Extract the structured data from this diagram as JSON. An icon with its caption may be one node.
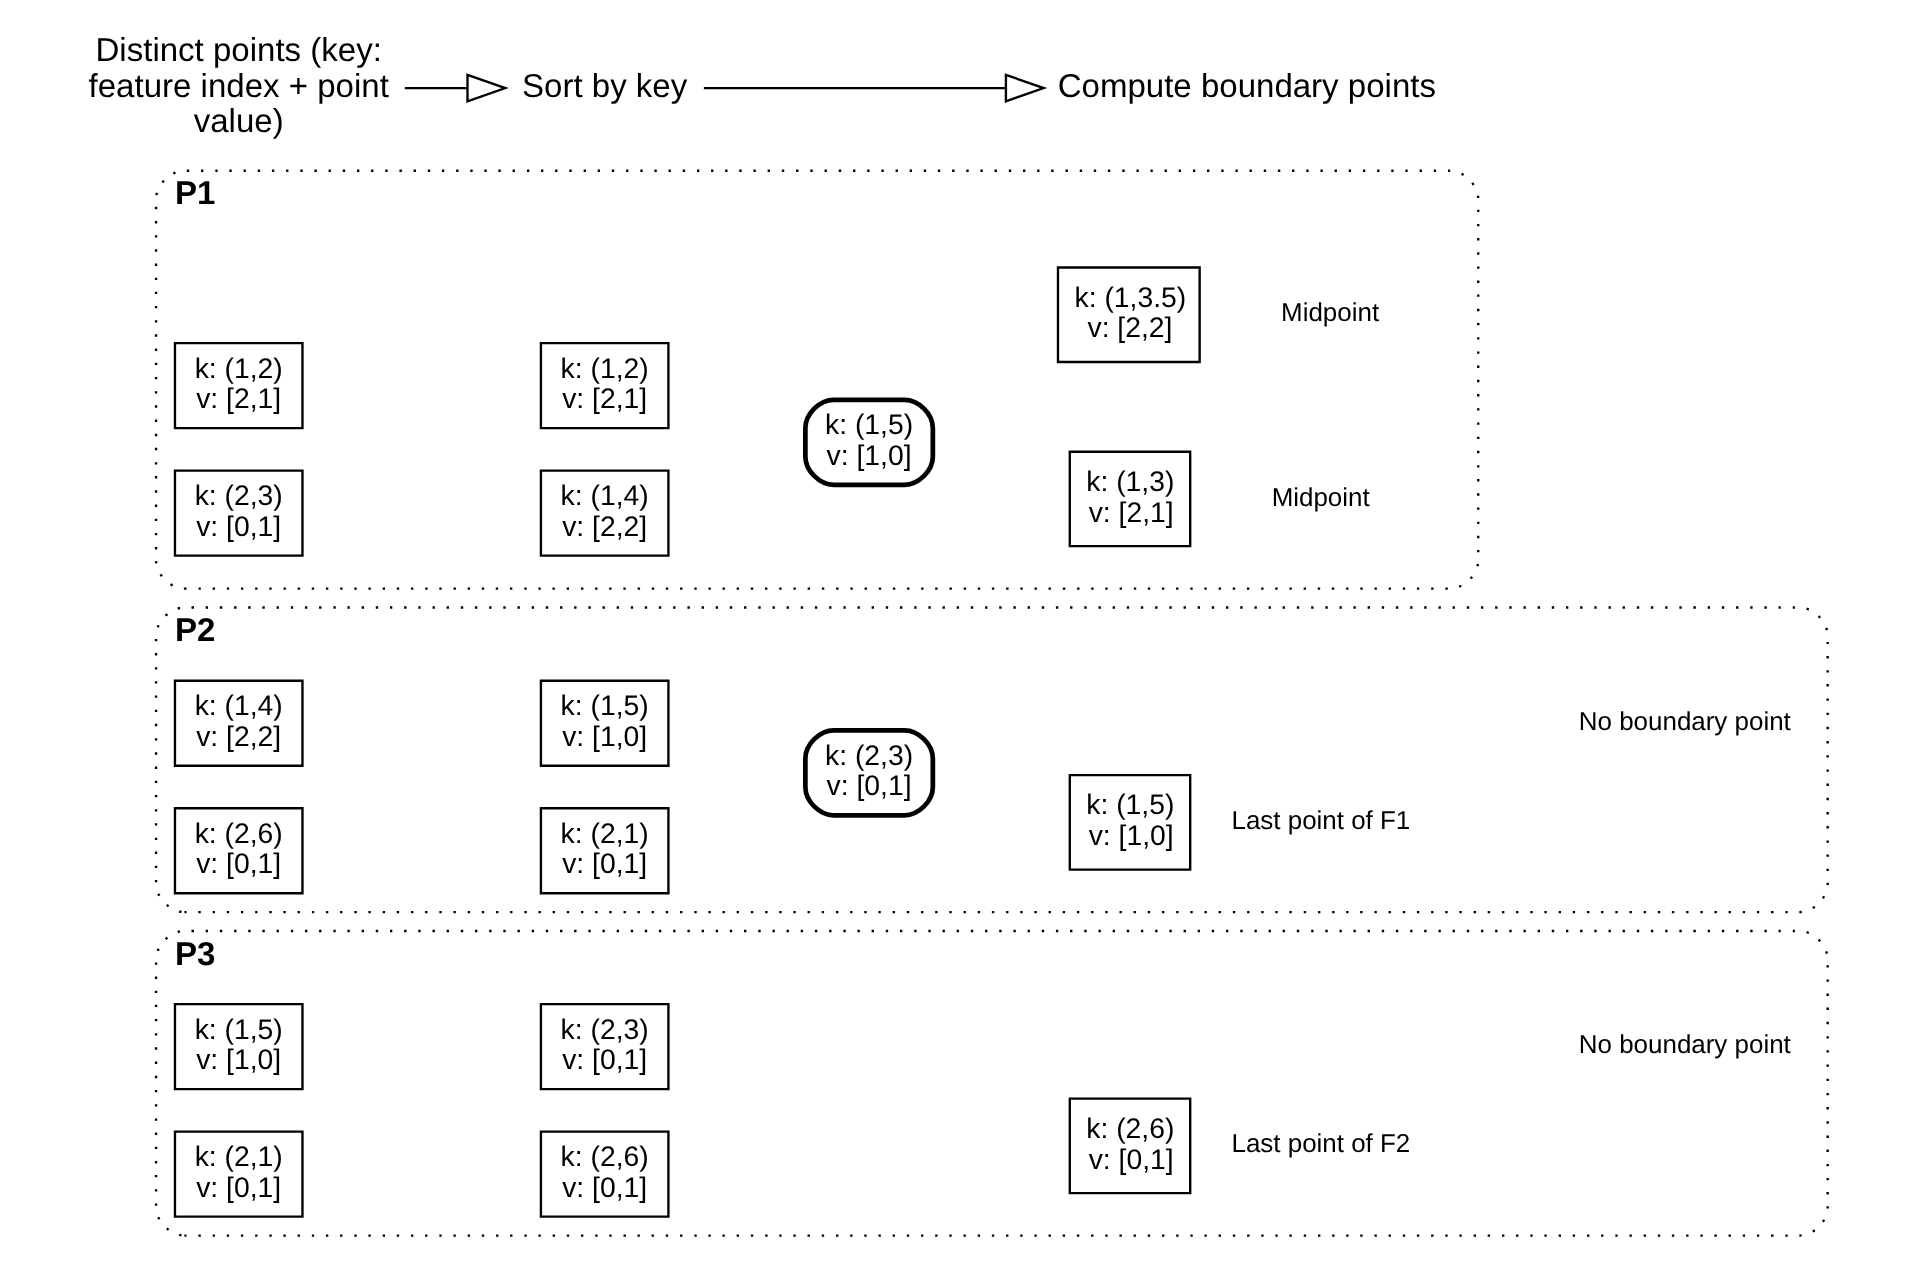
{
  "diagram": {
    "nodes": [
      {
        "text": [
          "Distinct points (key: feature index + point value)"
        ]
      },
      {
        "text": [
          "Sort by key"
        ]
      },
      {
        "text": [
          "Compute boundary points"
        ]
      },
      {
        "text": [
          "P1"
        ]
      },
      {
        "text": [
          "k: (1,2)",
          "v: [2,1]"
        ],
        "in": 3
      },
      {
        "text": [
          "k: (2,3)",
          "v: [0,1]"
        ],
        "in": 3
      },
      {
        "text": [
          "k: (1,2)",
          "v: [2,1]"
        ],
        "in": 3
      },
      {
        "text": [
          "k: (1,4)",
          "v: [2,2]"
        ],
        "in": 3
      },
      {
        "text": [
          "k: (1,5)",
          "v: [1,0]"
        ],
        "in": 3
      },
      {
        "text": [
          "k: (1,3)",
          "v: [2,1]"
        ],
        "in": 3,
        "beside": [
          "Midpoint"
        ]
      },
      {
        "text": [
          "k: (1,3.5)",
          "v: [2,2]"
        ],
        "in": 3,
        "beside": [
          "Midpoint"
        ]
      },
      {
        "text": [
          "P2"
        ]
      },
      {
        "text": [
          "k: (1,4)",
          "v: [2,2]"
        ],
        "in": 11
      },
      {
        "text": [
          "k: (2,6)",
          "v: [0,1]"
        ],
        "in": 11
      },
      {
        "text": [
          "k: (1,5)",
          "v: [1,0]"
        ],
        "in": 11
      },
      {
        "text": [
          "k: (2,1)",
          "v: [0,1]"
        ],
        "in": 11
      },
      {
        "text": [
          "k: (2,3)",
          "v: [0,1]"
        ],
        "in": 11
      },
      {
        "text": [
          "k: (1,5)",
          "v: [1,0]"
        ],
        "in": 11,
        "beside": [
          "Last point of F1"
        ]
      },
      {
        "text": [
          "P3"
        ]
      },
      {
        "text": [
          "k: (1,5)",
          "v: [1,0]"
        ],
        "in": 18
      },
      {
        "text": [
          "k: (2,1)",
          "v: [0,1]"
        ],
        "in": 18
      },
      {
        "text": [
          "k: (2,3)",
          "v: [0,1]"
        ],
        "in": 18
      },
      {
        "text": [
          "k: (2,6)",
          "v: [0,1]"
        ],
        "in": 18
      },
      {
        "text": [
          "k: (2,6)",
          "v: [0,1]"
        ],
        "in": 18,
        "beside": [
          "Last point of F2"
        ]
      }
    ],
    "edges": [
      {
        "from": 0,
        "to": 1,
        "arrow": "to"
      },
      {
        "from": 1,
        "to": 2,
        "arrow": "to"
      }
    ],
    "labels": [
      "No boundary point",
      "No boundary point"
    ]
  }
}
